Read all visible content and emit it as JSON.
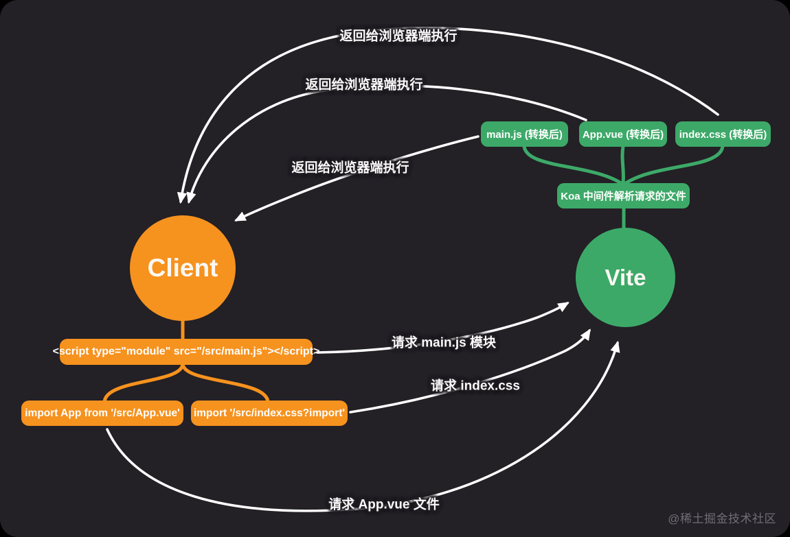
{
  "colors": {
    "background": "#000000",
    "panel": "#232026",
    "orange": "#F6921E",
    "green": "#3DA968",
    "arrow": "#FFFFFF",
    "watermark_text": "#716D76"
  },
  "nodes": {
    "client": {
      "label": "Client"
    },
    "vite": {
      "label": "Vite"
    },
    "green_boxes": [
      {
        "label": "main.js (转换后)"
      },
      {
        "label": "App.vue (转换后)"
      },
      {
        "label": "index.css (转换后)"
      }
    ],
    "koa": {
      "label": "Koa 中间件解析请求的文件"
    },
    "script_box": {
      "label": "<script type=\"module\" src=\"/src/main.js\"></script>"
    },
    "import_boxes": [
      {
        "label": "import App from '/src/App.vue'"
      },
      {
        "label": "import '/src/index.css?import'"
      }
    ]
  },
  "edge_labels": {
    "return_top": "返回给浏览器端执行",
    "return_middle": "返回给浏览器端执行",
    "return_lower": "返回给浏览器端执行",
    "request_mainjs": "请求 main.js 模块",
    "request_indexcss": "请求 index.css",
    "request_appvue": "请求 App.vue 文件"
  },
  "watermark": "@稀土掘金技术社区"
}
